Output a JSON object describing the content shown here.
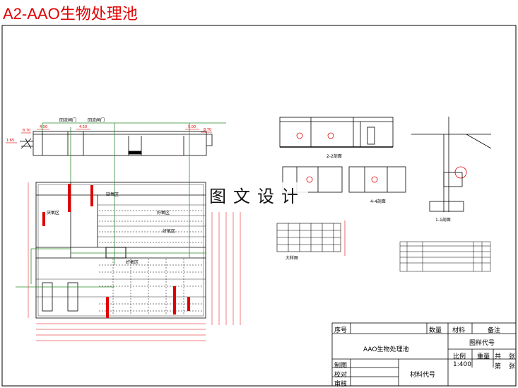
{
  "drawing": {
    "title": "A2-AAO生物处理池",
    "watermark": "图文设计",
    "colors": {
      "frame": "#000000",
      "title": "#e00000",
      "dim": "#e00000",
      "pipe": "#008800",
      "grid": "#2e8b2e"
    }
  },
  "titleblock": {
    "seq": "序号",
    "quantity": "数量",
    "material": "材料",
    "remark": "备注",
    "drawing_name": "AAO生物处理池",
    "drawing_code": "图样代号",
    "scale_label": "比例",
    "weight_label": "重量",
    "total_label": "共",
    "sheets_label": "张",
    "scale_value": "1:400",
    "sheet_no_label": "第",
    "sheet_unit": "张",
    "drawn_by": "制图",
    "checked_by": "校对",
    "approved_by": "审核",
    "material_code": "材料代号"
  },
  "plan_labels": {
    "anaerobic": "厌氧区",
    "anoxic": "缺氧区",
    "aerobic_left": "好氧区",
    "aerobic_mid": "好氧区",
    "aerobic_right": "好氧区",
    "inlet_left": "回流闸门",
    "inlet_right": "回流闸门"
  },
  "sections": {
    "s2": "2-2剖面",
    "s4": "4-4剖面",
    "s1": "1-1剖面",
    "detail": "大样图"
  }
}
